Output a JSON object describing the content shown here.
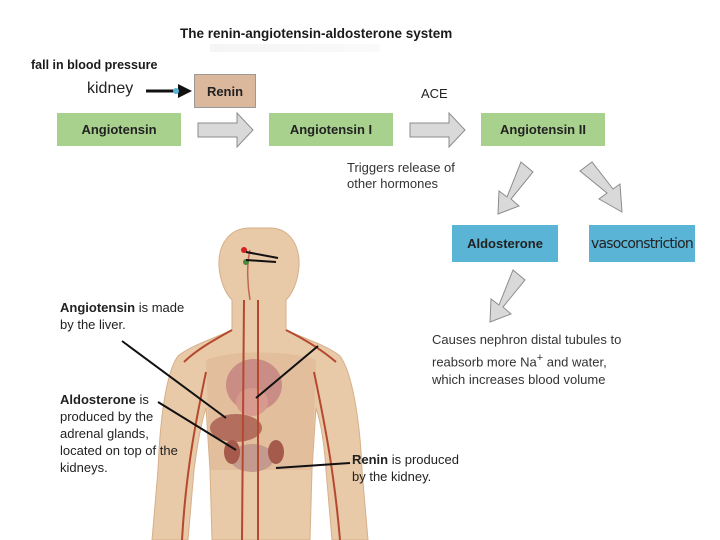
{
  "title": "The renin-angiotensin-aldosterone system",
  "trigger": "fall in blood pressure",
  "kidney_label": "kidney",
  "boxes": {
    "renin": "Renin",
    "angiotensin": "Angiotensin",
    "angiotensin1": "Angiotensin I",
    "angiotensin2": "Angiotensin II",
    "aldosterone": "Aldosterone",
    "vasoconstriction": "vasoconstriction"
  },
  "ace_label": "ACE",
  "triggers_text": "Triggers release of other hormones",
  "causes_text": {
    "part1": "Causes nephron distal tubules to reabsorb more Na",
    "sup": "+",
    "part2": " and water, which increases blood volume"
  },
  "notes": {
    "angiotensin": {
      "bold": "Angiotensin",
      "rest": " is made by the liver."
    },
    "aldosterone": {
      "bold": "Ald",
      "bold2": "osterone",
      "rest": " is produced by the adrenal glands, located on top of the kidneys."
    },
    "renin": {
      "bold": "Renin",
      "rest": " is produced by the kidney."
    }
  },
  "colors": {
    "green_box": "#a9d18e",
    "renin_box": "#dbb79b",
    "blue_box": "#5ab4d6",
    "arrow_fill": "#d9d9d9",
    "arrow_stroke": "#8c8c8c",
    "body_skin": "#e8c9a8",
    "vessel": "#b5492f"
  }
}
